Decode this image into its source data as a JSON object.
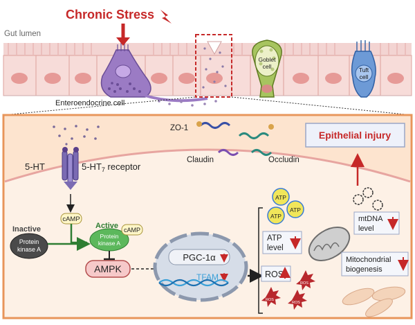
{
  "header": {
    "title": "Chronic Stress",
    "lumen_label": "Gut lumen"
  },
  "top_cells": {
    "enteroendocrine": "Enteroendocrine cell",
    "goblet_line1": "Goblet",
    "goblet_line2": "cell",
    "tuft_line1": "Tuft",
    "tuft_line2": "cell"
  },
  "membrane": {
    "serotonin": "5-HT",
    "receptor_prefix": "5-HT",
    "receptor_sub": "7",
    "receptor_suffix": " receptor"
  },
  "junctions": {
    "zo1": "ZO-1",
    "claudin": "Claudin",
    "occludin": "Occludin"
  },
  "injury": {
    "label": "Epithelial injury"
  },
  "signaling": {
    "inactive_label": "Inactive",
    "pka_inactive_line1": "Protein",
    "pka_inactive_line2": "kinase A",
    "camp_free": "cAMP",
    "active_label": "Active",
    "pka_active_line1": "Protein",
    "pka_active_line2": "kinase A",
    "camp_bound": "cAMP",
    "ampk": "AMPK"
  },
  "nucleus": {
    "pgc": "PGC-1α",
    "tfam": "TFAM"
  },
  "outcomes": {
    "atp_molecule": "ATP",
    "atp_level_line1": "ATP",
    "atp_level_line2": "level",
    "ros": "ROS",
    "ros_small": "ROS",
    "mtdna_line1": "mtDNA",
    "mtdna_line2": "level",
    "mito_line1": "Mitochondrial",
    "mito_line2": "biogenesis"
  },
  "colors": {
    "stress_red": "#c62828",
    "panel_border": "#e8955a",
    "panel_fill": "#fdf1e6",
    "pka_green": "#2e7d32",
    "ampk_fill": "#f6c9c9",
    "nucleus_fill": "#d6dde8",
    "dna_blue": "#3aa0d8"
  }
}
